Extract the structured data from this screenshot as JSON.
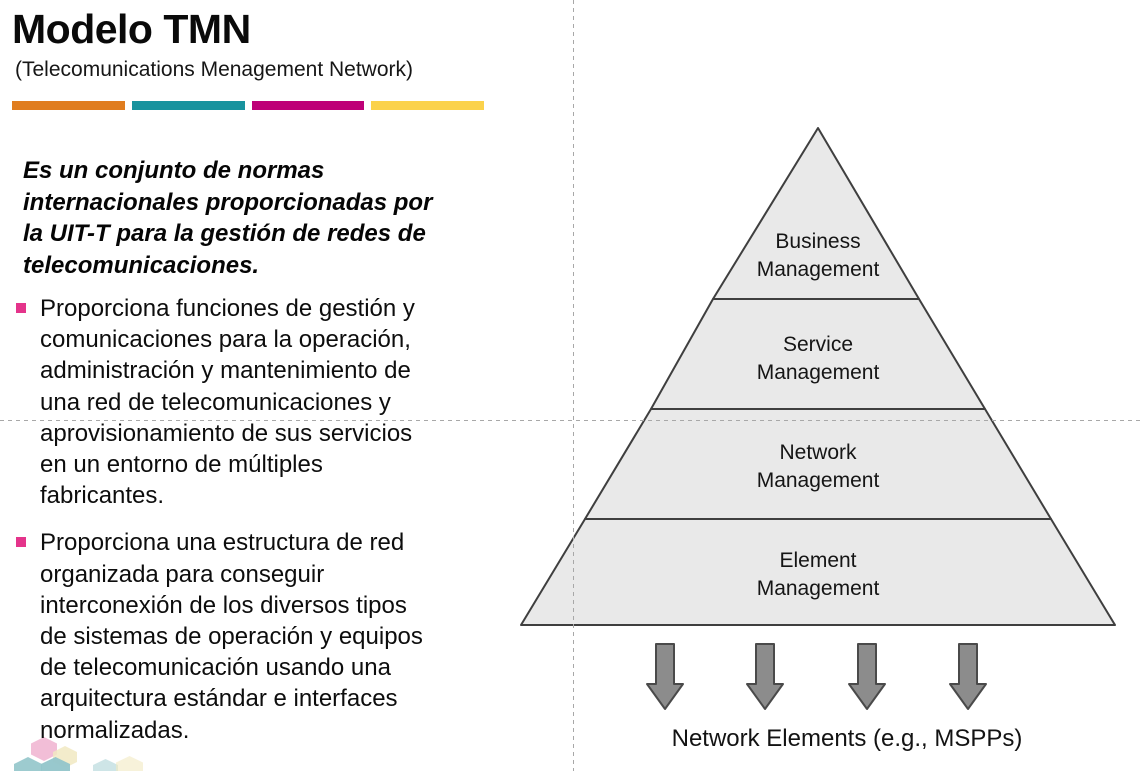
{
  "theme": {
    "accent1": "#e07d1f",
    "accent2": "#18939e",
    "accent3": "#be0077",
    "accent4": "#fbd24b",
    "bullet": "#e4348b",
    "guide": "#a8a8a8",
    "pyrFill": "#e9e9e9",
    "pyrStroke": "#3f3f3f",
    "arrowFill": "#8c8c8c",
    "arrowStroke": "#4a4a4a",
    "hexPink": "#efaecd",
    "hexYellow": "#f1e9c2",
    "hexTeal": "#92c5ca"
  },
  "header": {
    "title": "Modelo TMN",
    "subtitle": "(Telecomunications Menagement Network)"
  },
  "body": {
    "intro_lines": [
      "Es un conjunto de normas",
      "internacionales proporcionadas por",
      "la UIT-T para la gestión de redes de",
      "telecomunicaciones."
    ],
    "bullets": [
      {
        "lines": [
          "Proporciona funciones de gestión y",
          "comunicaciones para la operación,",
          "administración y mantenimiento de",
          "una red de telecomunicaciones y",
          "aprovisionamiento de sus servicios",
          "en un entorno de múltiples",
          "fabricantes."
        ]
      },
      {
        "lines": [
          "Proporciona una estructura de red",
          "organizada para conseguir",
          "interconexión de los diversos tipos",
          "de sistemas de operación y equipos",
          "de telecomunicación usando una",
          "arquitectura estándar e interfaces",
          "normalizadas."
        ]
      }
    ]
  },
  "diagram": {
    "layers": [
      {
        "line1": "Business",
        "line2": "Management"
      },
      {
        "line1": "Service",
        "line2": "Management"
      },
      {
        "line1": "Network",
        "line2": "Management"
      },
      {
        "line1": "Element",
        "line2": "Management"
      }
    ],
    "arrow_count": 4,
    "caption": "Network Elements (e.g., MSPPs)"
  },
  "icons": {
    "bullet": "bullet-square-icon",
    "arrow": "down-arrow-icon",
    "watermark": "hexagon-icon"
  }
}
